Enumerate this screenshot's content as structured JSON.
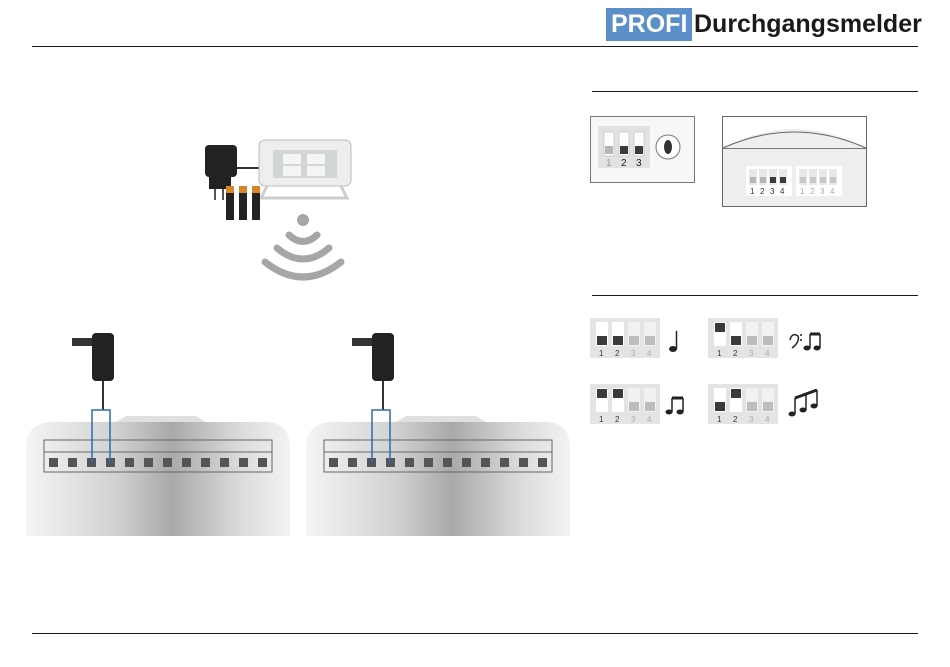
{
  "header": {
    "brand_tag": "PROFI",
    "title": "Durchgangsmelder"
  },
  "dip_labels": {
    "one": "1",
    "two": "2",
    "three": "3",
    "four": "4"
  },
  "colors": {
    "brand": "#5b8fc7",
    "rule": "#1a1a1a",
    "switch_on": "#3a3a3a",
    "switch_off": "#b5b5b5"
  },
  "icons": [
    "power-adapter-icon",
    "motion-sensor-icon",
    "battery-icon",
    "wireless-signal-icon",
    "music-note-icon"
  ]
}
